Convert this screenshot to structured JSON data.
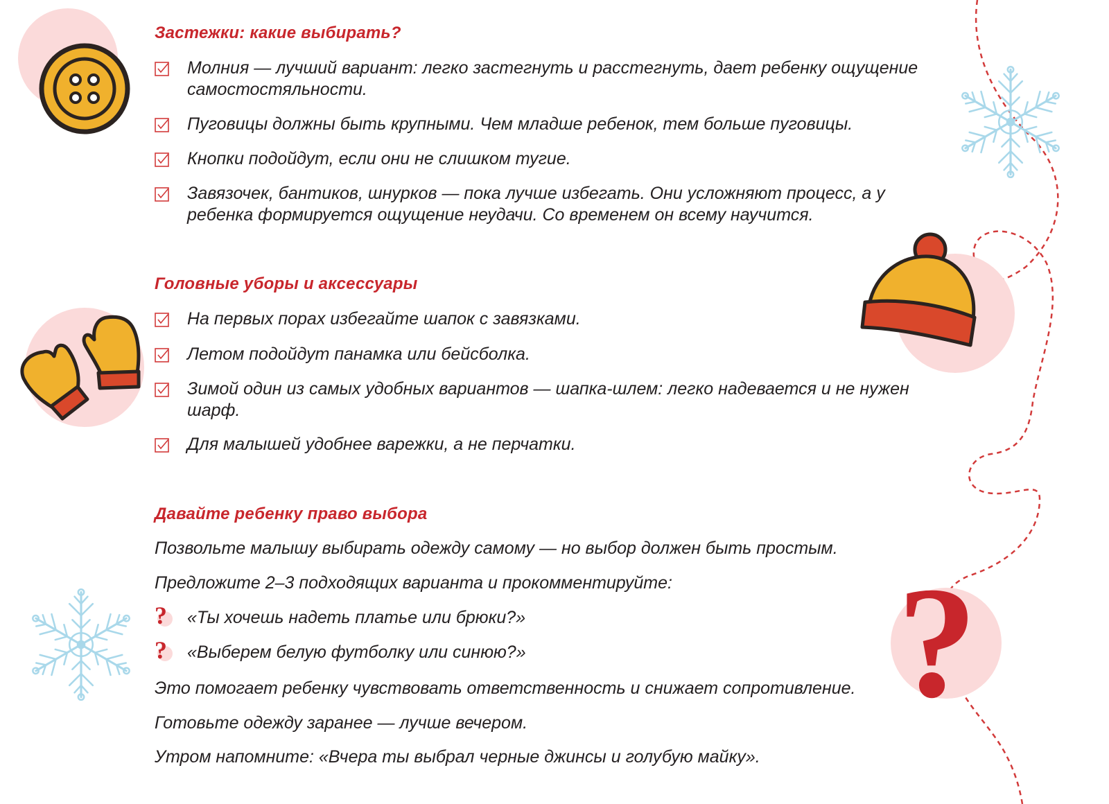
{
  "colors": {
    "accent_red": "#c8262c",
    "soft_pink": "#fbdada",
    "mustard": "#f0b12d",
    "orange_red": "#d9482b",
    "outline": "#2b2320",
    "snow_blue": "#a9d8ea"
  },
  "icons": {
    "button": "button-icon",
    "mittens": "mittens-icon",
    "hat": "winter-hat-icon",
    "question": "question-mark-icon",
    "snowflake": "snowflake-icon",
    "check": "checkbox-icon"
  },
  "sections": {
    "fasteners": {
      "title": "Застежки: какие выбирать?",
      "items": [
        "Молния — лучший вариант: легко застегнуть и расстегнуть, дает ребенку ощущение самостостяльности.",
        "Пуговицы должны быть крупными. Чем младше ребенок, тем больше пуговицы.",
        "Кнопки подойдут, если они не слишком тугие.",
        "Завязочек, бантиков, шнурков — пока лучше избегать. Они усложняют процесс, а у ребенка формируется ощущение неудачи. Со временем он всему научится."
      ]
    },
    "headwear": {
      "title": "Головные уборы и аксессуары",
      "items": [
        "На первых порах избегайте шапок с завязками.",
        "Летом подойдут панамка или бейсболка.",
        "Зимой один из самых удобных вариантов — шапка-шлем: легко надевается и не нужен шарф.",
        "Для малышей удобнее варежки, а не перчатки."
      ]
    },
    "choice": {
      "title": "Давайте ребенку право выбора",
      "intro": "Позвольте малышу выбирать одежду самому — но выбор должен быть простым.",
      "suggest": "Предложите 2–3 подходящих варианта и прокомментируйте:",
      "questions": [
        "«Ты хочешь надеть платье или брюки?»",
        "«Выберем белую футболку или синюю?»"
      ],
      "question_glyph": "?",
      "outro": [
        "Это помогает ребенку чувствовать ответственность и снижает сопротивление.",
        "Готовьте одежду заранее — лучше вечером.",
        "Утром напомните: «Вчера ты выбрал черные джинсы и голубую майку»."
      ]
    }
  }
}
